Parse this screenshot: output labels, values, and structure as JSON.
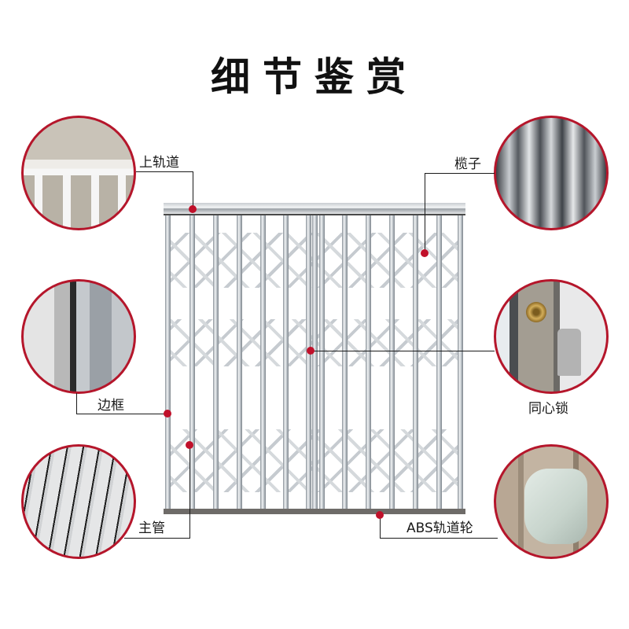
{
  "title": "细节鉴赏",
  "accent_color": "#b5162b",
  "callouts": {
    "top_rail": {
      "label": "上轨道",
      "icon": "top-rail-detail-photo"
    },
    "olive": {
      "label": "榄子",
      "icon": "olive-link-detail-photo"
    },
    "side_frame": {
      "label": "边框",
      "icon": "side-frame-detail-photo"
    },
    "lock": {
      "label": "同心锁",
      "icon": "concentric-lock-detail-photo"
    },
    "main_tube": {
      "label": "主管",
      "icon": "main-tube-detail-photo"
    },
    "wheel": {
      "label": "ABS轨道轮",
      "icon": "abs-track-wheel-detail-photo"
    }
  },
  "product_image": "folding-security-gate"
}
